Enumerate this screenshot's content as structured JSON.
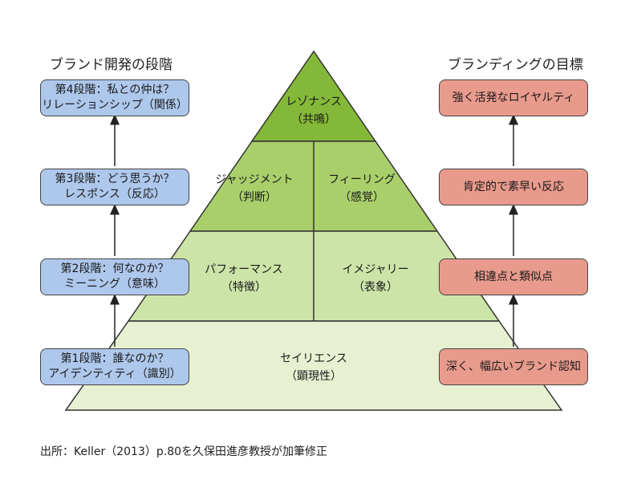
{
  "left_heading": "ブランド開発の段階",
  "right_heading": "ブランディングの目標",
  "stages": [
    {
      "line1": "第4段階：私との仲は？",
      "line2": "リレーションシップ（関係）"
    },
    {
      "line1": "第3段階：どう思うか？",
      "line2": "レスポンス（反応）"
    },
    {
      "line1": "第2段階：何なのか？",
      "line2": "ミーニング（意味）"
    },
    {
      "line1": "第1段階：誰なのか？",
      "line2": "アイデンティティ（識別）"
    }
  ],
  "goals": [
    "強く活発なロイヤルティ",
    "肯定的で素早い反応",
    "相違点と類似点",
    "深く、幅広いブランド認知"
  ],
  "pyramid": {
    "top": {
      "line1": "レゾナンス",
      "line2": "（共鳴）"
    },
    "judgments": {
      "line1": "ジャッジメント",
      "line2": "（判断）"
    },
    "feelings": {
      "line1": "フィーリング",
      "line2": "（感覚）"
    },
    "performance": {
      "line1": "パフォーマンス",
      "line2": "（特徴）"
    },
    "imagery": {
      "line1": "イメジャリー",
      "line2": "（表象）"
    },
    "salience": {
      "line1": "セイリエンス",
      "line2": "（顕現性）"
    }
  },
  "colors": {
    "top": "#84b838",
    "level2": "#a9cf6a",
    "level3": "#cde4a8",
    "level4": "#e7f1d2",
    "stage_box": "#aec8ec",
    "goal_box": "#e89a8c"
  },
  "source": "出所：Keller（2013）p.80を久保田進彦教授が加筆修正"
}
